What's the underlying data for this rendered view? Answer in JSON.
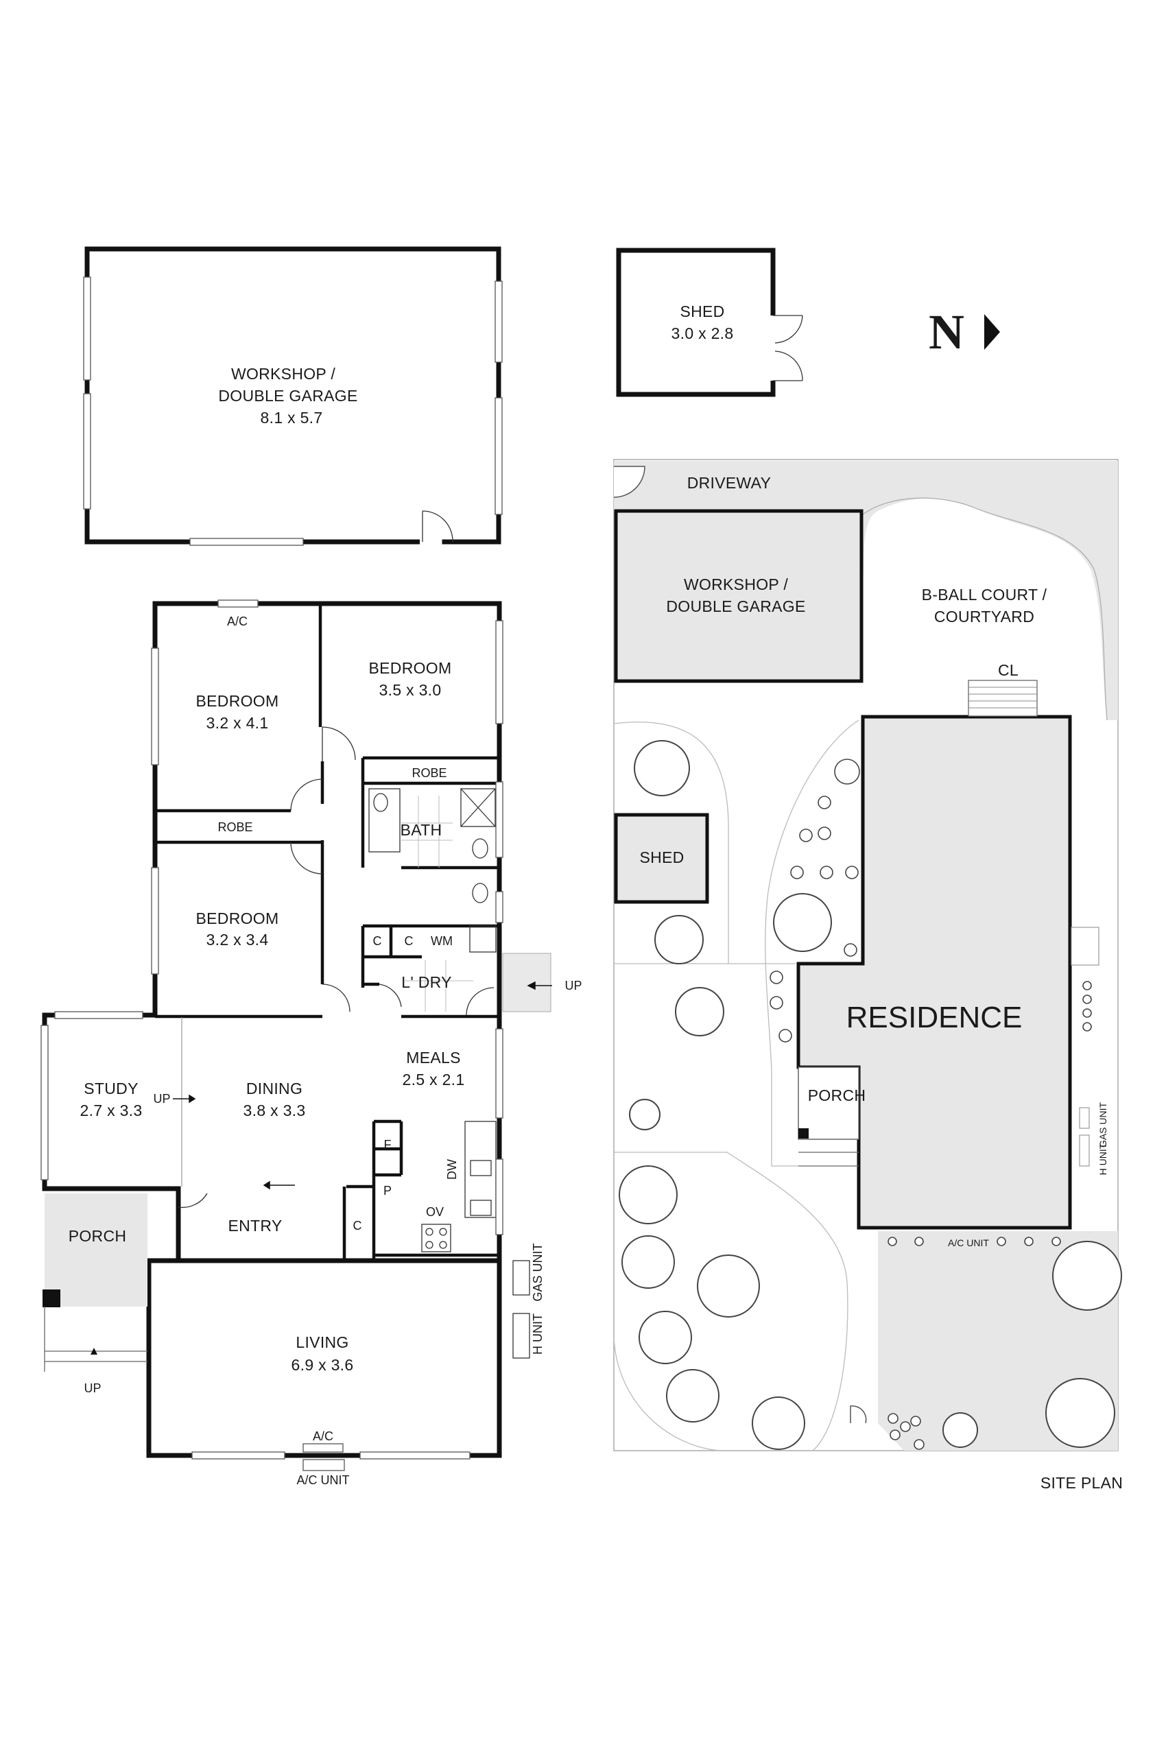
{
  "compass": {
    "letter": "N",
    "icon": "north-arrow-icon"
  },
  "floor_plan": {
    "workshop": {
      "line1": "WORKSHOP /",
      "line2": "DOUBLE GARAGE",
      "size": "8.1 x 5.7"
    },
    "shed": {
      "name": "SHED",
      "size": "3.0 x 2.8"
    },
    "bedroom1": {
      "name": "BEDROOM",
      "size": "3.2 x 4.1"
    },
    "bedroom2": {
      "name": "BEDROOM",
      "size": "3.5 x 3.0"
    },
    "bedroom3": {
      "name": "BEDROOM",
      "size": "3.2 x 3.4"
    },
    "robe1": "ROBE",
    "robe2": "ROBE",
    "bath": "BATH",
    "laundry": "L' DRY",
    "c1": "C",
    "c2": "C",
    "wm": "WM",
    "study": {
      "name": "STUDY",
      "size": "2.7 x 3.3"
    },
    "dining": {
      "name": "DINING",
      "size": "3.8 x 3.3"
    },
    "meals": {
      "name": "MEALS",
      "size": "2.5 x 2.1"
    },
    "fridge": "F",
    "pantry": "P",
    "dw": "DW",
    "ov": "OV",
    "entry_c": "C",
    "entry": "ENTRY",
    "porch": "PORCH",
    "living": {
      "name": "LIVING",
      "size": "6.9 x 3.6"
    },
    "ac_bedroom": "A/C",
    "ac_living": "A/C",
    "ac_unit": "A/C UNIT",
    "gas_unit": "GAS UNIT",
    "h_unit": "H UNIT",
    "up_study": "UP",
    "up_laundry": "UP",
    "up_porch": "UP"
  },
  "site_plan": {
    "caption": "SITE PLAN",
    "driveway": "DRIVEWAY",
    "workshop": {
      "line1": "WORKSHOP /",
      "line2": "DOUBLE GARAGE"
    },
    "court": {
      "line1": "B-BALL COURT /",
      "line2": "COURTYARD"
    },
    "cl": "CL",
    "shed": "SHED",
    "residence": "RESIDENCE",
    "porch": "PORCH",
    "gas_unit": "GAS UNIT",
    "h_unit": "H UNIT",
    "ac_unit": "A/C UNIT"
  }
}
